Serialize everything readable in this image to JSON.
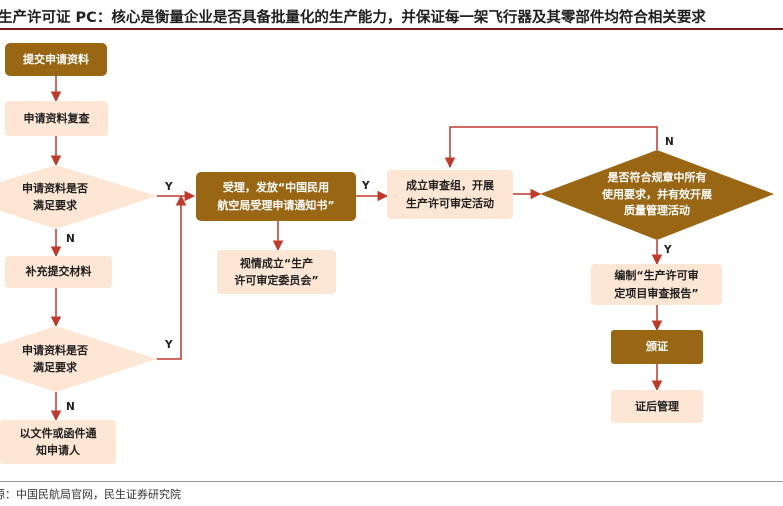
{
  "title": "生产许可证 PC：核心是衡量企业是否具备批量化的生产能力，并保证每一架飞行器及其零部件均符合相关要求",
  "source": "源：中国民航局官网，民生证券研究院",
  "colors": {
    "dark": "#996614",
    "light": "#fde6d4",
    "arrow": "#c0392b"
  },
  "nodes": {
    "submit": "提交申请资料",
    "review": "申请资料复查",
    "check1": [
      "申请资料是否",
      "满足要求"
    ],
    "supplement": "补充提交材料",
    "check2": [
      "申请资料是否",
      "满足要求"
    ],
    "notify": [
      "以文件或函件通",
      "知申请人"
    ],
    "accept": [
      "受理，发放“中国民用",
      "航空局受理申请通知书”"
    ],
    "committee": [
      "视情成立“生产",
      "许可审定委员会”"
    ],
    "team": [
      "成立审查组，开展",
      "生产许可审定活动"
    ],
    "compliance": [
      "是否符合规章中所有",
      "使用要求，并有效开展",
      "质量管理活动"
    ],
    "report": [
      "编制“生产许可审",
      "定项目审查报告”"
    ],
    "issue": "颁证",
    "post": "证后管理"
  },
  "labels": {
    "y1": "Y",
    "n1": "N",
    "y2": "Y",
    "n2": "N",
    "yc": "Y",
    "nc": "N"
  }
}
